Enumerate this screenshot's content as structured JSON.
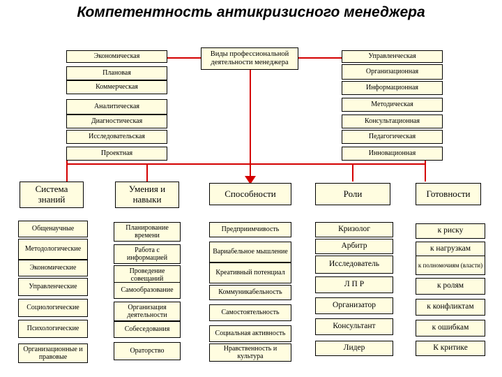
{
  "title": "Компетентность антикризисного менеджера",
  "center_box": "Виды профессиональной деятельности менеджера",
  "left_activities": [
    "Экономическая",
    "Плановая",
    "Коммерческая",
    "Аналитическая",
    "Диагностическая",
    "Исследовательская",
    "Проектная"
  ],
  "right_activities": [
    "Управленческая",
    "Организационная",
    "Информационная",
    "Методическая",
    "Консультационная",
    "Педагогическая",
    "Инновационная"
  ],
  "columns": [
    {
      "header": "Система знаний",
      "items": [
        "Общенаучные",
        "Методологические",
        "Экономические",
        "Управленческие",
        "Социологические",
        "Психологические",
        "Организационные и правовые"
      ]
    },
    {
      "header": "Умения и навыки",
      "items": [
        "Планирование времени",
        "Работа с информацией",
        "Проведение совещаний",
        "Самообразование",
        "Организация деятельности",
        "Собеседования",
        "Ораторство"
      ]
    },
    {
      "header": "Способности",
      "items": [
        "Предприимчивость",
        "Вариабельное мышление",
        "Креативный потенциал",
        "Коммуникабельность",
        "Самостоятельность",
        "Социальная активность",
        "Нравственность и культура"
      ]
    },
    {
      "header": "Роли",
      "items": [
        "Кризолог",
        "Арбитр",
        "Исследователь",
        "Л П Р",
        "Организатор",
        "Консультант",
        "Лидер"
      ]
    },
    {
      "header": "Готовности",
      "items": [
        "к риску",
        "к нагрузкам",
        "к полномочиям (власти)",
        "к ролям",
        "к конфликтам",
        "к ошибкам",
        "К критике"
      ]
    }
  ],
  "colors": {
    "box_fill": "#fffde0",
    "connector": "#d40000"
  }
}
